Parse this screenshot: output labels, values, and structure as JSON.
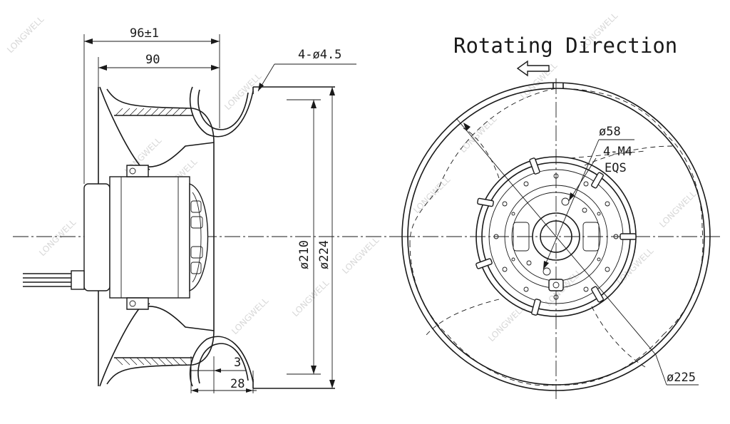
{
  "side_view": {
    "overall_length": "96±1",
    "impeller_length": "90",
    "mount_holes": "4-ø4.5",
    "inner_diameter": "ø210",
    "outer_diameter": "ø224",
    "flange_thickness": "3",
    "inlet_depth": "28"
  },
  "front_view": {
    "title": "Rotating Direction",
    "hub_diameter": "ø58",
    "thread_spec": "4-M4",
    "thread_spacing": "EQS",
    "fan_diameter": "ø225"
  },
  "watermark": "LONGWELL",
  "colors": {
    "line": "#1a1a1a",
    "background": "#ffffff",
    "watermark": "#b8b8b8"
  }
}
